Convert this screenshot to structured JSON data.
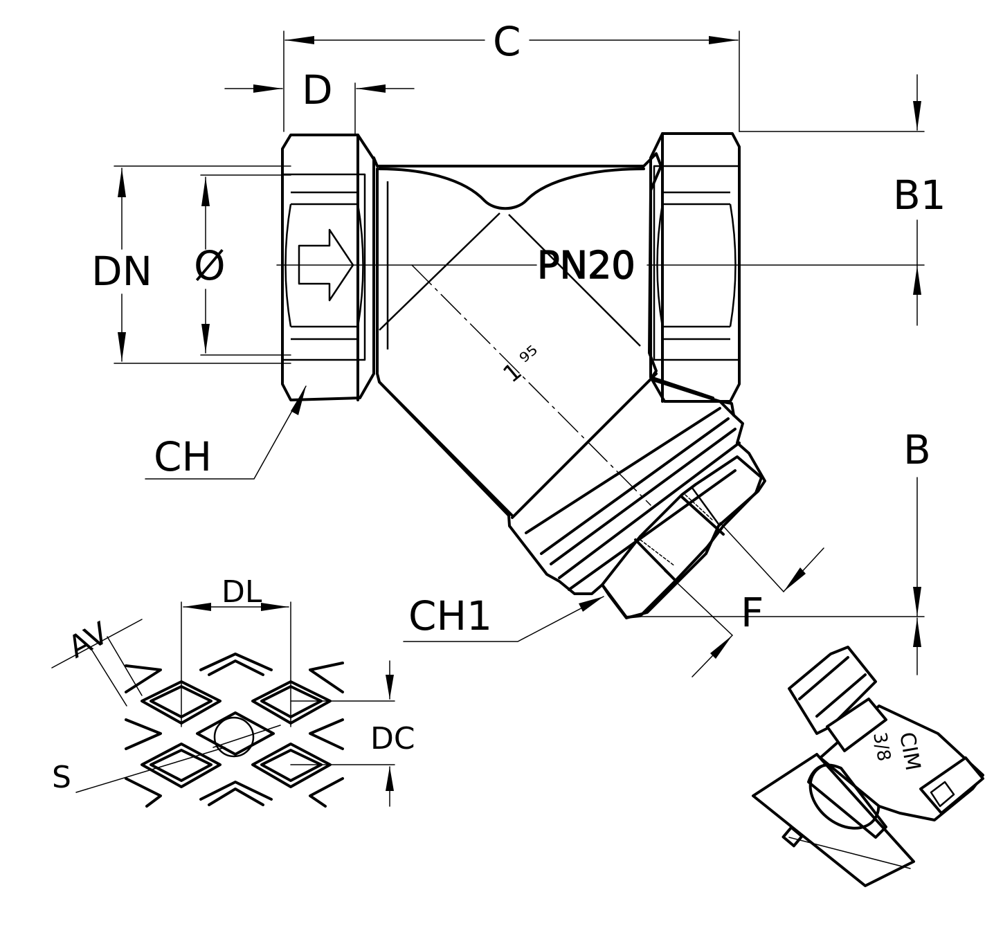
{
  "labels": {
    "c": "C",
    "d": "D",
    "b1": "B1",
    "dn": "DN",
    "diameter": "Ø",
    "pn": "PN20",
    "ch": "CH",
    "ch1": "CH1",
    "b": "B",
    "f": "F",
    "dl": "DL",
    "av": "AV",
    "dc": "DC",
    "s": "S"
  },
  "marks": {
    "inner_code": "1 ⁹⁵",
    "cap_size": "3/8",
    "cap_brand": "CIM"
  },
  "colors": {
    "line": "#000000",
    "background": "#ffffff"
  }
}
